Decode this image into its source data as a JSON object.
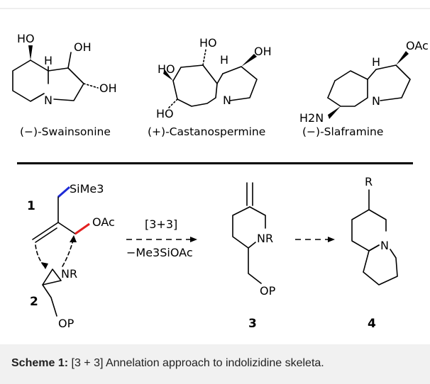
{
  "scheme": {
    "compounds": [
      {
        "name": "(−)-Swainsonine",
        "substituents": [
          "HO",
          "OH",
          "OH"
        ],
        "atoms": [
          "H",
          "N"
        ]
      },
      {
        "name": "(+)-Castanospermine",
        "substituents": [
          "HO",
          "OH",
          "HO",
          "HO"
        ],
        "atoms": [
          "H",
          "N"
        ]
      },
      {
        "name": "(−)-Slaframine",
        "substituents": [
          "OAc",
          "H2N"
        ],
        "atoms": [
          "H",
          "N"
        ]
      }
    ],
    "reaction": {
      "reagent_1": {
        "number": "1",
        "groups": [
          "SiMe3",
          "OAc"
        ]
      },
      "reagent_2": {
        "number": "2",
        "groups": [
          "NR",
          "OP"
        ]
      },
      "arrow_top": "[3+3]",
      "arrow_bottom": "−Me3SiOAc",
      "product_3": {
        "number": "3",
        "groups": [
          "NR",
          "OP"
        ]
      },
      "product_4": {
        "number": "4",
        "groups": [
          "R",
          "N"
        ]
      }
    },
    "bond_colors": {
      "silyl_bond": "#1e2bd6",
      "acetate_bond": "#e32020"
    }
  },
  "caption": {
    "label": "Scheme 1:",
    "text": " [3 + 3] Annelation approach to indolizidine skeleta."
  }
}
